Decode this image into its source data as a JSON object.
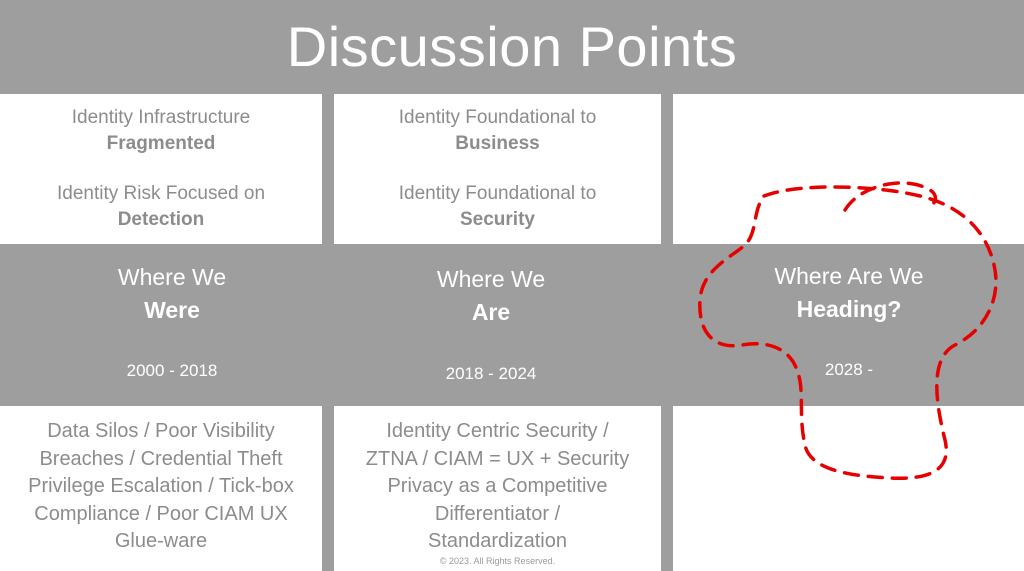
{
  "slide": {
    "title": "Discussion Points",
    "copyright": "© 2023. All Rights Reserved."
  },
  "columns": [
    {
      "top_items": [
        {
          "text": "Identity Infrastructure",
          "strong": "Fragmented"
        },
        {
          "text": "Identity Risk Focused on",
          "strong": "Detection"
        }
      ],
      "stage_line1": "Where We",
      "stage_line2": "Were",
      "years": "2000 - 2018",
      "bottom_lines": [
        "Data Silos / Poor Visibility",
        "Breaches / Credential Theft",
        "Privilege Escalation / Tick-box",
        "Compliance / Poor CIAM UX",
        "Glue-ware"
      ]
    },
    {
      "top_items": [
        {
          "text": "Identity Foundational to",
          "strong": "Business"
        },
        {
          "text": "Identity Foundational to",
          "strong": "Security"
        }
      ],
      "stage_line1": "Where We",
      "stage_line2": "Are",
      "years": "2018 - 2024",
      "bottom_lines": [
        "Identity Centric Security /",
        "ZTNA / CIAM  = UX + Security",
        "Privacy as a Competitive",
        "Differentiator /",
        "Standardization"
      ]
    },
    {
      "stage_line1": "Where Are We",
      "stage_line2": "Heading?",
      "years": "2028 -"
    }
  ],
  "colors": {
    "band_gray": "#9e9e9e",
    "panel_white": "#ffffff",
    "muted_text": "#8c8c8c",
    "annotation_red": "#e60000"
  }
}
